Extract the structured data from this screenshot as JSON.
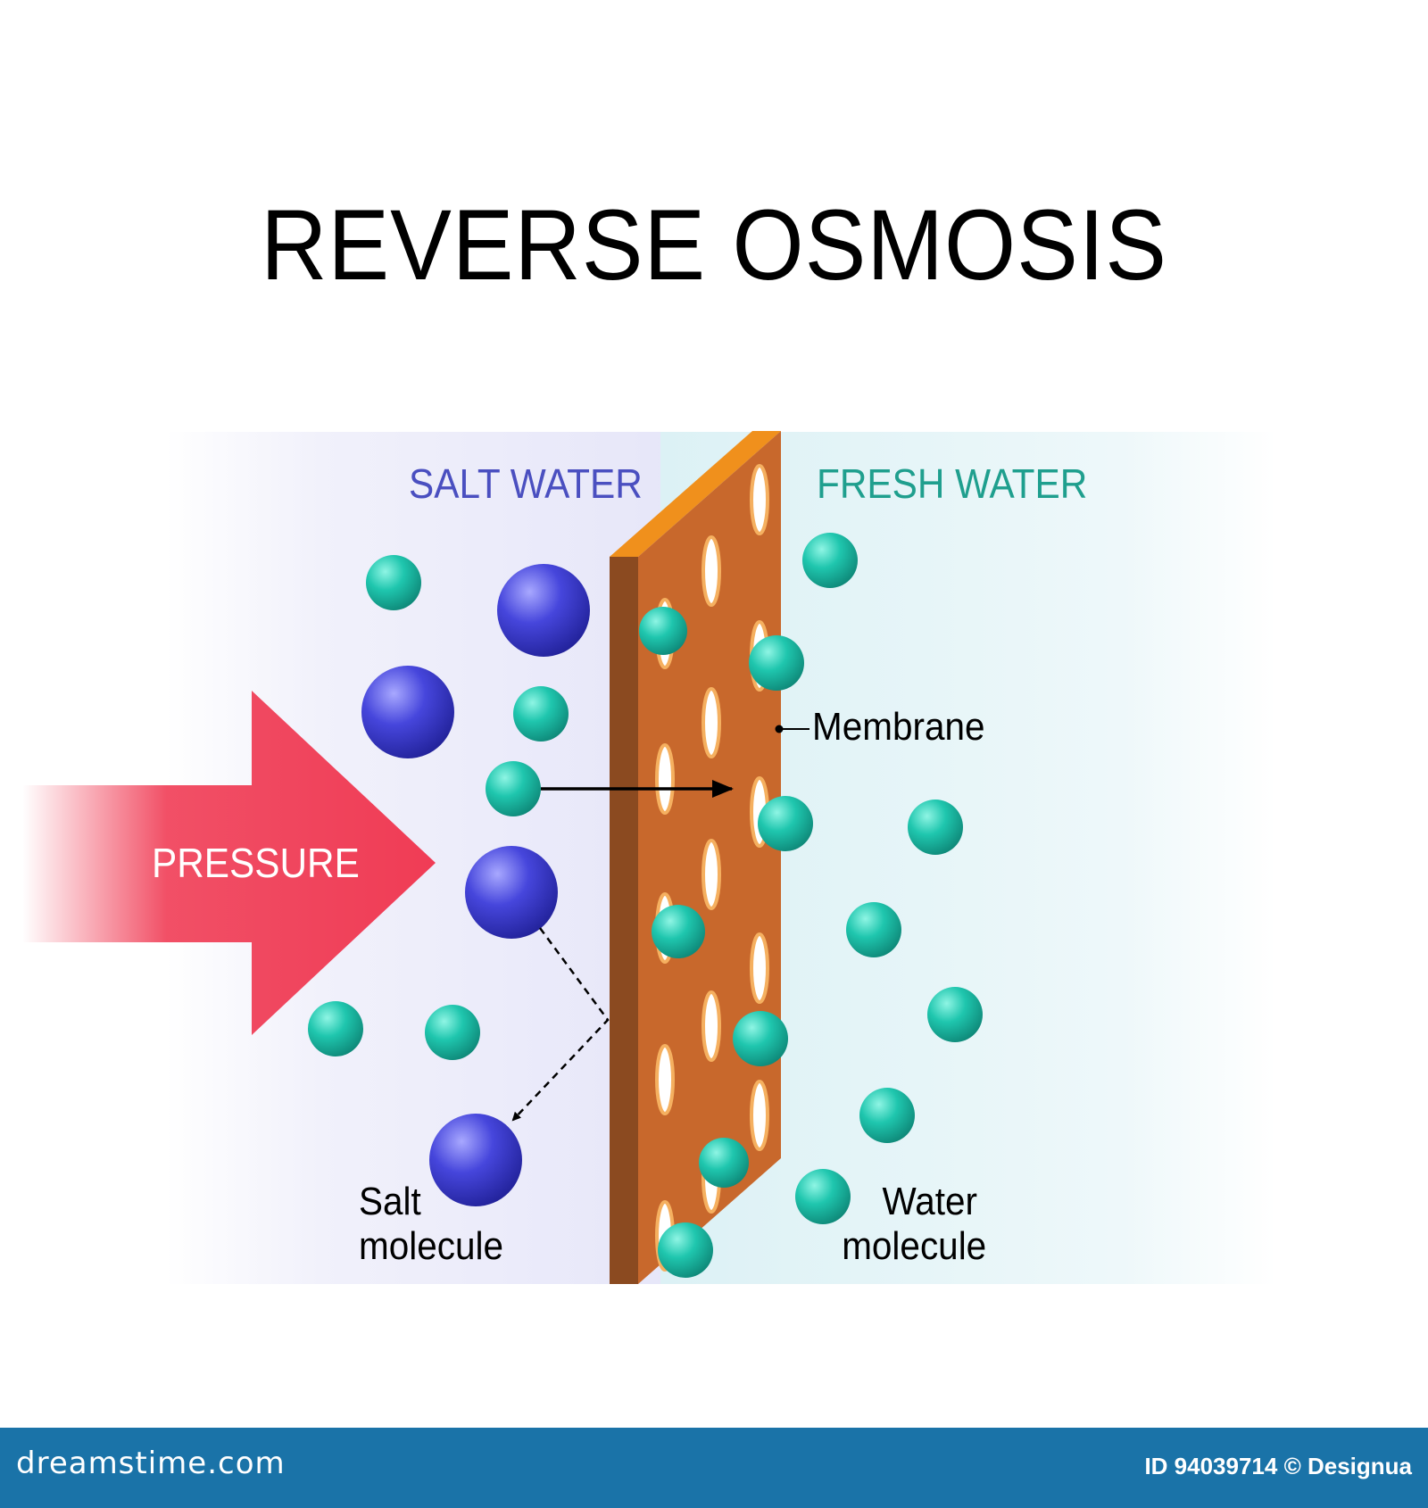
{
  "title": "REVERSE OSMOSIS",
  "labels": {
    "salt_water": "SALT WATER",
    "fresh_water": "FRESH WATER",
    "pressure": "PRESSURE",
    "membrane": "Membrane",
    "salt_molecule_line1": "Salt",
    "salt_molecule_line2": "molecule",
    "water_molecule_line1": "Water",
    "water_molecule_line2": "molecule"
  },
  "footer": {
    "brand": "dreamstime.com",
    "id_text": "ID 94039714 © Designua"
  },
  "colors": {
    "salt_water_text": "#4a4fc0",
    "fresh_water_text": "#1f9f8e",
    "pressure_arrow": "#f03c55",
    "membrane_face": "#c8682c",
    "membrane_side": "#8b4a20",
    "membrane_top": "#f0901c",
    "salt_molecule": "#3c3cd0",
    "water_molecule": "#1cbfa8",
    "footer_bar": "#1a73a8"
  }
}
